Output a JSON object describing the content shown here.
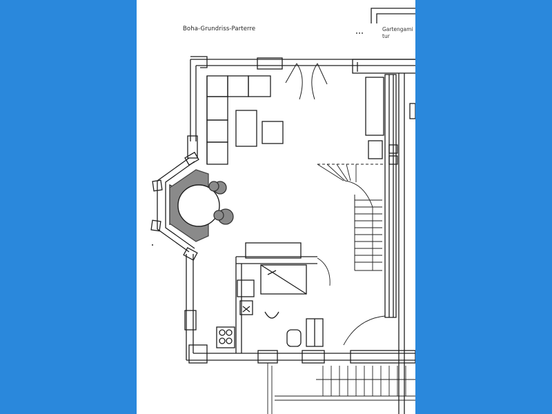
{
  "plan": {
    "title": "Boha-Grundriss-Parterre",
    "garden_door_line1": "Gartengami",
    "garden_door_line2": "tur"
  },
  "colors": {
    "background": "#2a88dc",
    "paper": "#ffffff",
    "line": "#1e1e1e",
    "fill_dark": "#8a8a8a"
  }
}
